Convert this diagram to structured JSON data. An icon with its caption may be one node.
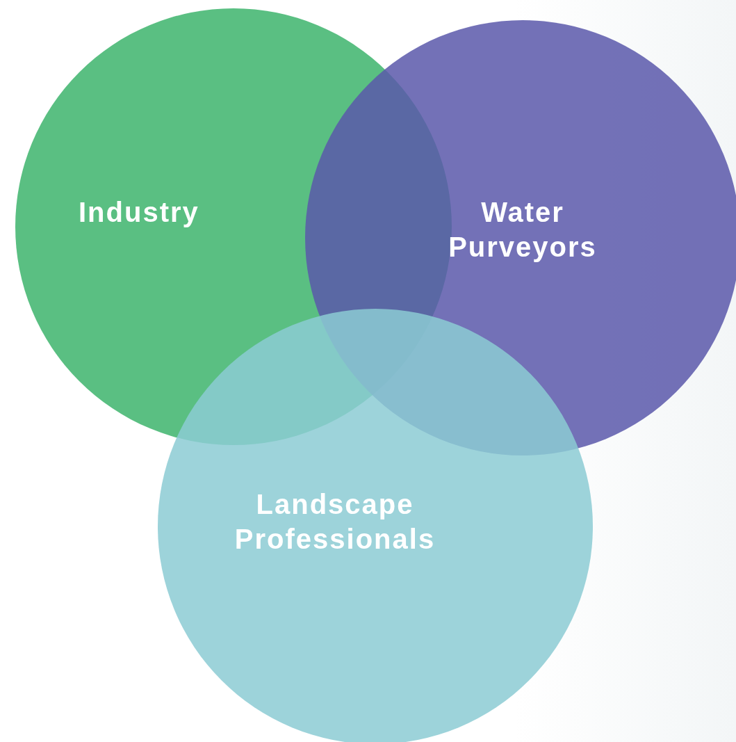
{
  "diagram": {
    "nodes": [
      {
        "text": [
          "Industry"
        ]
      },
      {
        "text": [
          "Water Purveyors"
        ]
      },
      {
        "text": [
          "Landscape Professionals"
        ]
      }
    ]
  }
}
